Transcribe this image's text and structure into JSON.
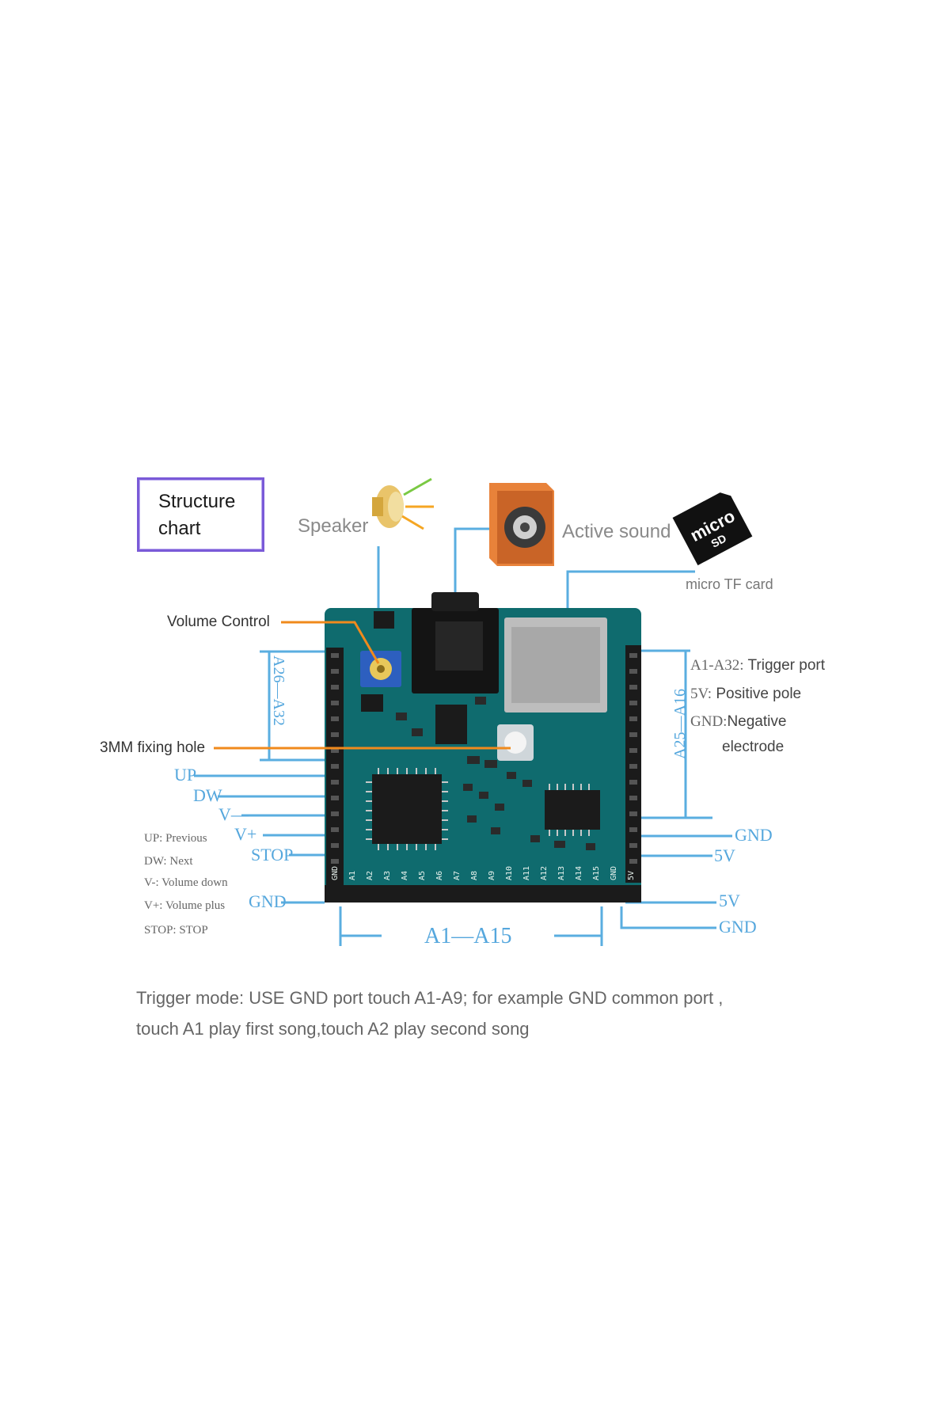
{
  "title": {
    "line1": "Structure",
    "line2": "chart"
  },
  "labels": {
    "speaker": "Speaker",
    "active_sound": "Active sound",
    "micro_tf_card": "micro TF card",
    "volume_control": "Volume Control",
    "fixing_hole": "3MM fixing hole",
    "left_range": "A26—A32",
    "right_range": "A25—A16",
    "bottom_range": "A1—A15"
  },
  "left_pins": [
    "UP",
    "DW",
    "V—",
    "V+",
    "STOP",
    "GND"
  ],
  "right_pins": [
    "GND",
    "5V",
    "5V",
    "GND"
  ],
  "legend": [
    {
      "key": "UP:",
      "value": "Previous"
    },
    {
      "key": "DW:",
      "value": "Next"
    },
    {
      "key": "V-:",
      "value": "Volume down"
    },
    {
      "key": "V+:",
      "value": "Volume plus"
    },
    {
      "key": "STOP:",
      "value": "STOP"
    }
  ],
  "right_info": [
    {
      "key": "A1-A32:",
      "value": "Trigger port"
    },
    {
      "key": "5V:",
      "value": "Positive pole"
    },
    {
      "key": "GND:",
      "value": "Negative"
    },
    {
      "key": "",
      "value": "electrode"
    }
  ],
  "board_bottom_pins": [
    "GND",
    "A1",
    "A2",
    "A3",
    "A4",
    "A5",
    "A6",
    "A7",
    "A8",
    "A9",
    "A10",
    "A11",
    "A12",
    "A13",
    "A14",
    "A15",
    "GND",
    "5V"
  ],
  "trigger_text": {
    "line1": "Trigger mode: USE GND port touch A1-A9; for example GND common port ,",
    "line2": "touch A1 play first song,touch A2 play second song"
  },
  "colors": {
    "board": "#0f6b6e",
    "line_blue": "#5aaee0",
    "line_orange": "#f08a1c",
    "title_border": "#7a5ad8"
  },
  "icons": [
    "speaker-icon",
    "active-speaker-icon",
    "micro-sd-card-icon"
  ]
}
